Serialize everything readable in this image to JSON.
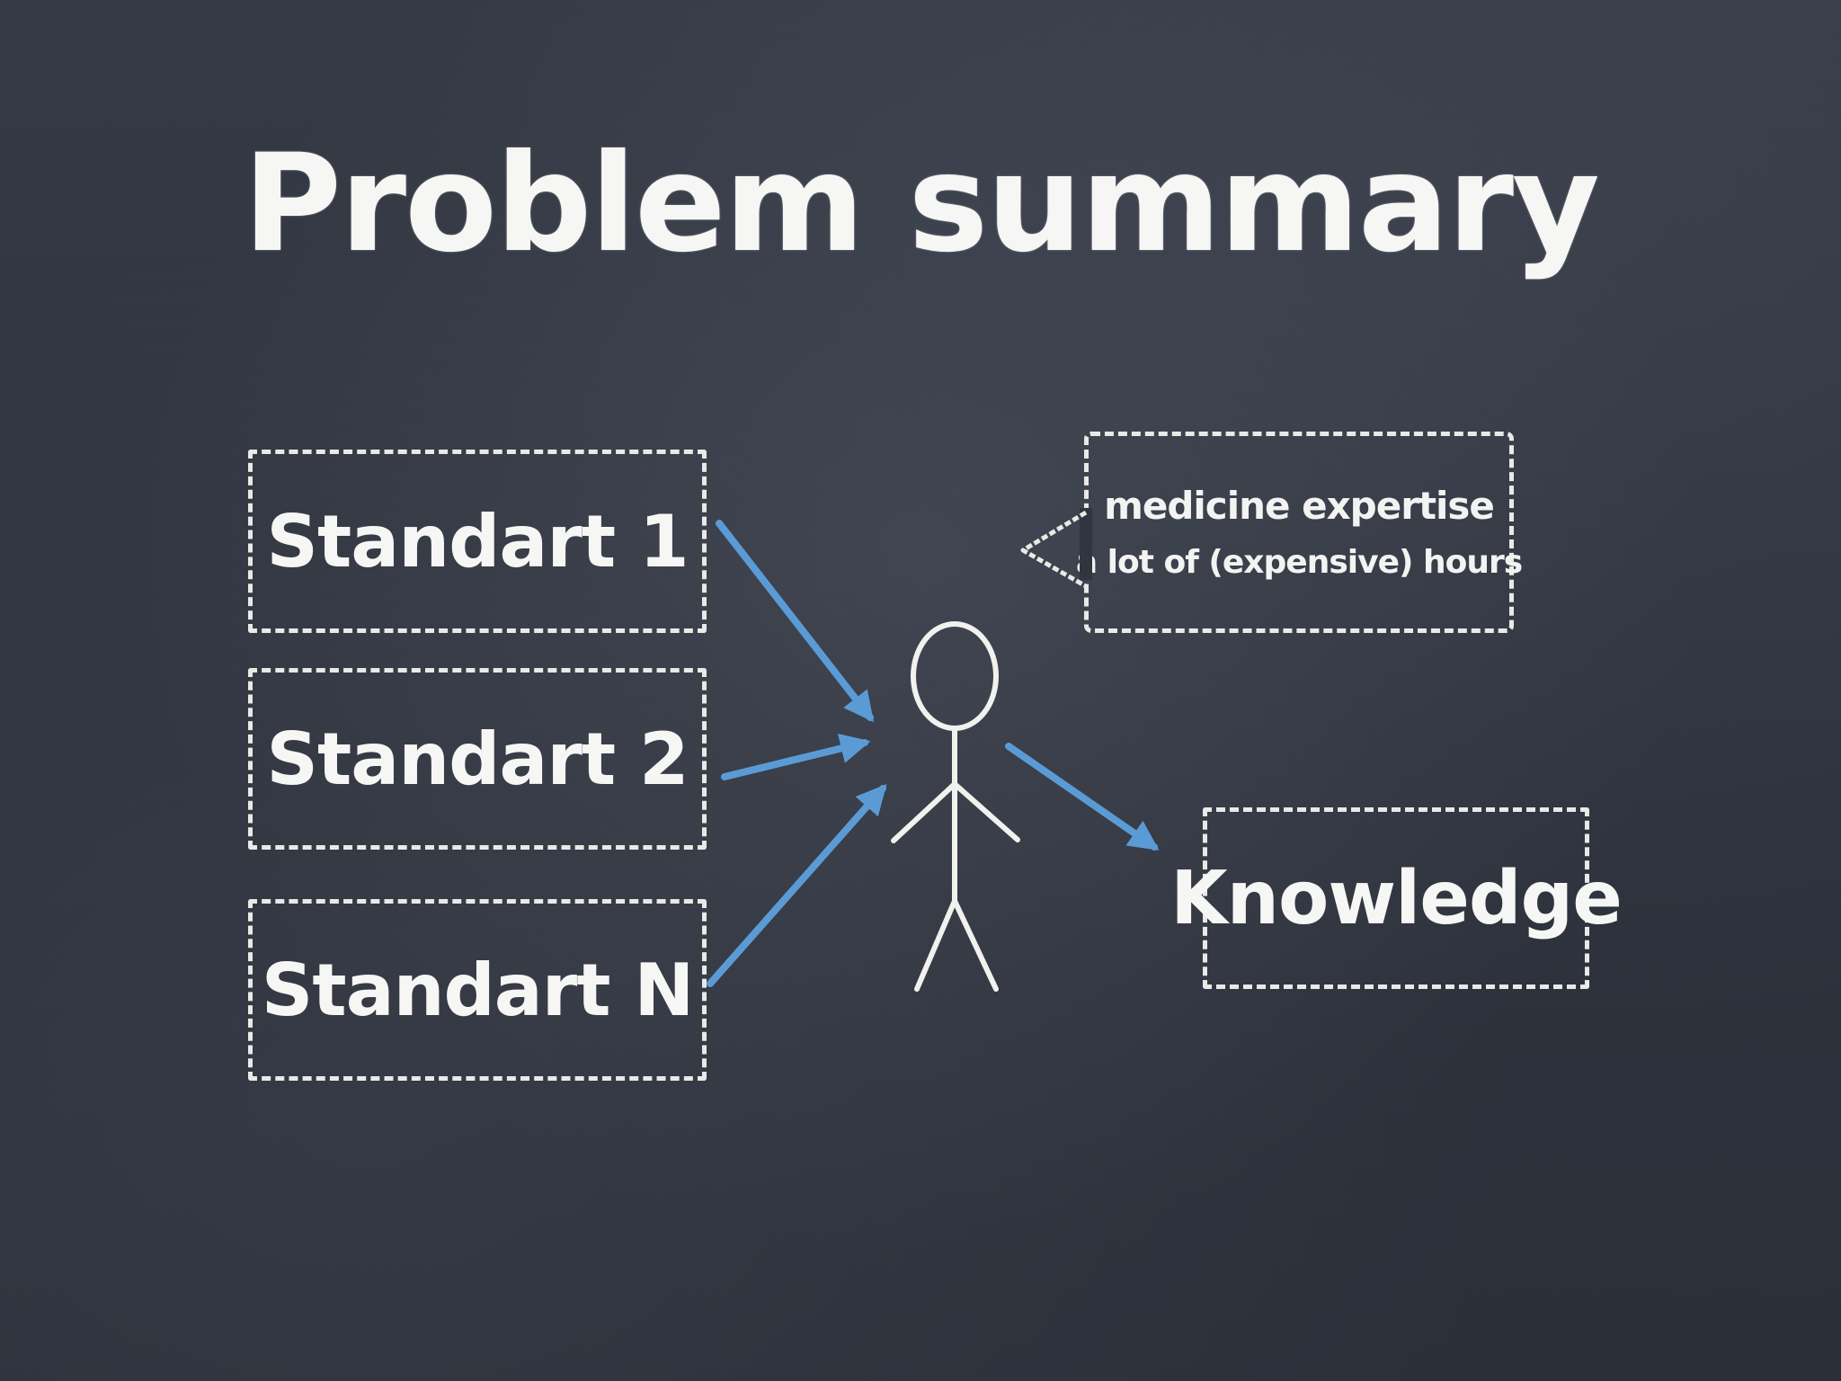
{
  "slide": {
    "title": "Problem summary"
  },
  "inputs": [
    {
      "label": "Standart 1"
    },
    {
      "label": "Standart 2"
    },
    {
      "label": "Standart N"
    }
  ],
  "speech_bubble": {
    "line1": "medicine expertise",
    "line2": "a lot of  (expensive) hours"
  },
  "output": {
    "label": "Knowledge"
  },
  "colors": {
    "background": "#2f343e",
    "chalk": "#f4f4f2",
    "arrow": "#5b9bd5"
  }
}
